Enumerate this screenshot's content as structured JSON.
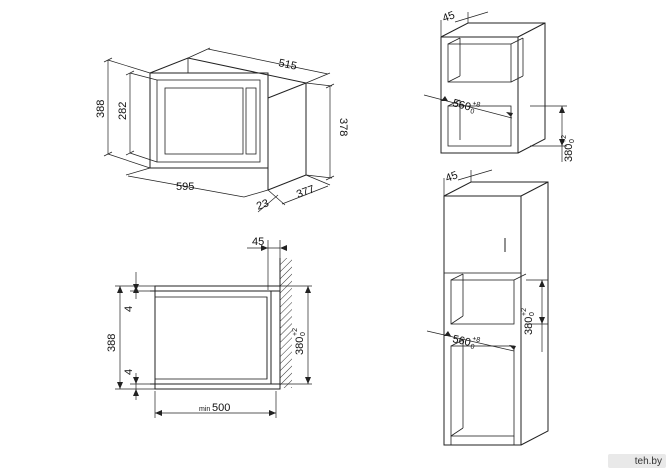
{
  "front_view": {
    "width": "515",
    "overall_height": "388",
    "inner_height": "282",
    "body_height": "378",
    "frame_width": "595",
    "depth": "377",
    "frame_depth": "23"
  },
  "side_section": {
    "offset_top": "45",
    "total_height": "388",
    "gap_top": "4",
    "gap_bottom": "4",
    "niche_height_main": "380",
    "niche_height_sup": "+2",
    "niche_height_sub": "0",
    "min_prefix": "min",
    "min_depth": "500"
  },
  "wall_cabinet": {
    "offset": "45",
    "niche_width_main": "560",
    "niche_width_sup": "+8",
    "niche_width_sub": "0",
    "niche_height_main": "380",
    "niche_height_sup": "+2",
    "niche_height_sub": "0"
  },
  "tall_cabinet": {
    "offset": "45",
    "niche_width_main": "560",
    "niche_width_sup": "+8",
    "niche_width_sub": "0",
    "niche_height_main": "380",
    "niche_height_sup": "+2",
    "niche_height_sub": "0"
  },
  "watermark": "teh.by"
}
